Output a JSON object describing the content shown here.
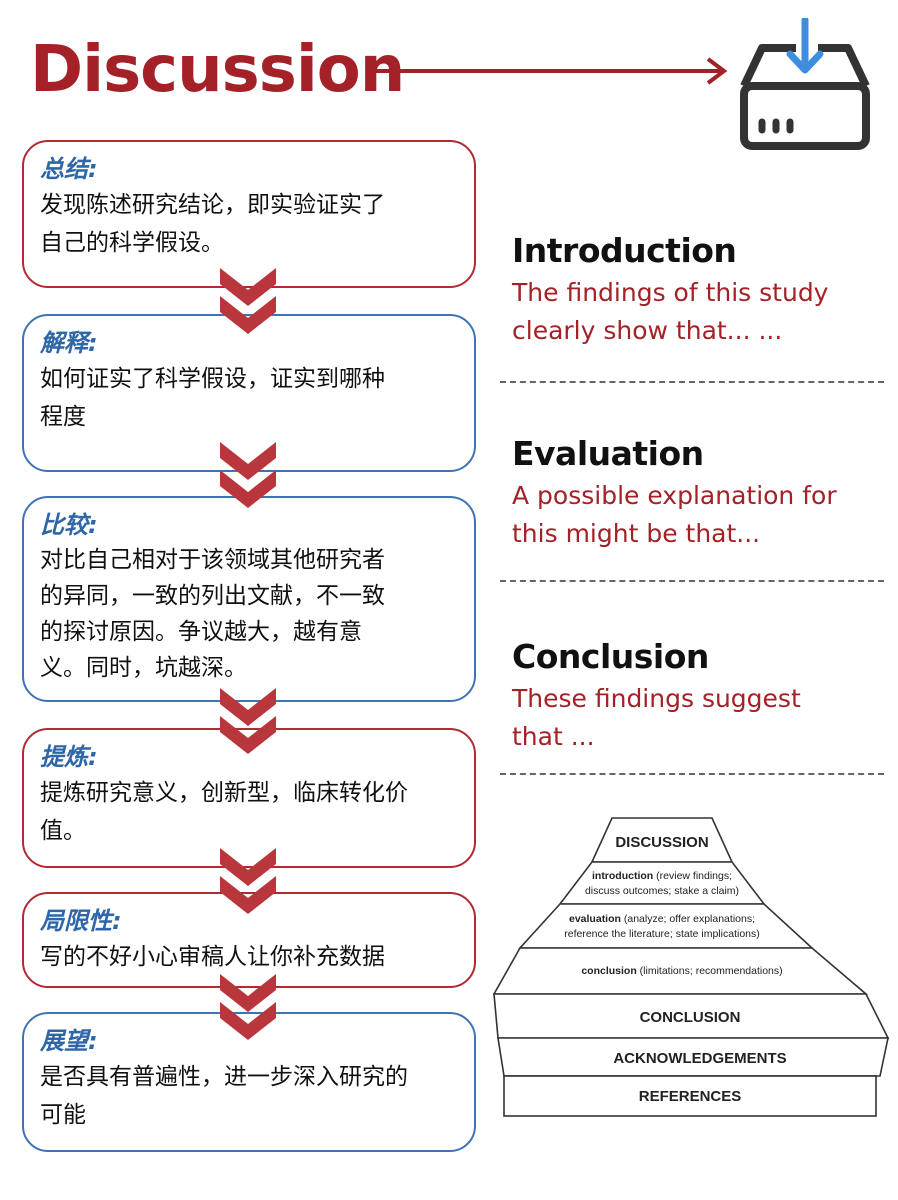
{
  "title": "Discussion",
  "steps": [
    {
      "head": "总结:",
      "body_lines": [
        "发现陈述研究结论，即实验证实了",
        "自己的科学假设。"
      ],
      "color": "#b22a32"
    },
    {
      "head": "解释:",
      "body_lines": [
        "如何证实了科学假设，证实到哪种",
        "程度"
      ],
      "color": "#3f74b4"
    },
    {
      "head": "比较:",
      "body_lines": [
        "对比自己相对于该领域其他研究者",
        "的异同，一致的列出文献，不一致",
        "的探讨原因。争议越大，越有意",
        "义。同时，坑越深。"
      ],
      "color": "#3f74b4"
    },
    {
      "head": "提炼:",
      "body_lines": [
        "提炼研究意义，创新型，临床转化价",
        "值。"
      ],
      "color": "#b22a32"
    },
    {
      "head": "局限性:",
      "body_lines": [
        "写的不好小心审稿人让你补充数据"
      ],
      "color": "#b22a32"
    },
    {
      "head": "展望:",
      "body_lines": [
        "是否具有普遍性，进一步深入研究的",
        "可能"
      ],
      "color": "#3f74b4"
    }
  ],
  "sections": [
    {
      "title": "Introduction",
      "text_lines": [
        "The findings of this study",
        "clearly show that... ..."
      ]
    },
    {
      "title": "Evaluation",
      "text_lines": [
        "A possible explanation for",
        "this might be that..."
      ]
    },
    {
      "title": "Conclusion",
      "text_lines": [
        "These findings suggest",
        "that ..."
      ]
    }
  ],
  "pyramid": {
    "top": "DISCUSSION",
    "intro_bold": "introduction",
    "intro_rest_1": " (review findings;",
    "intro_line_2": "discuss outcomes; stake a claim)",
    "eval_bold": "evaluation",
    "eval_rest_1": " (analyze; offer explanations;",
    "eval_line_2": "reference the literature; state implications)",
    "concl_bold": "conclusion",
    "concl_rest": " (limitations; recommendations)",
    "conclusion": "CONCLUSION",
    "acknowledgements": "ACKNOWLEDGEMENTS",
    "references": "REFERENCES"
  },
  "colors": {
    "accent_red": "#a32127",
    "accent_blue": "#2e66a8",
    "chevron": "#b8363c"
  },
  "icons": [
    "arrow-right-icon",
    "download-box-icon",
    "chevron-down-icon"
  ]
}
